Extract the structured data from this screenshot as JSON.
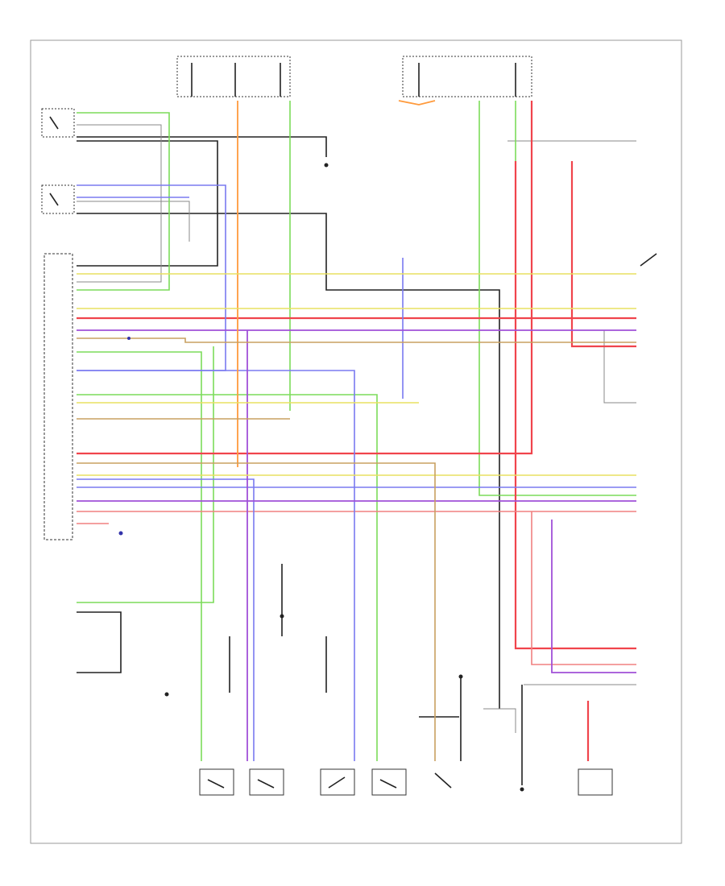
{
  "page": {
    "code": ""
  },
  "labels": {
    "driver_door_switch": "",
    "passenger_door_switch": "",
    "control_unit": "",
    "hood_switch": "",
    "trunk_switch": "",
    "horn_relay": "",
    "alarm_siren": ""
  },
  "icons": {
    "switch": "switch-symbol",
    "ground": "ground-symbol",
    "connector": "connector-symbol"
  },
  "colors": {
    "black": "#222222",
    "green": "#7cdc5a",
    "red": "#f0444c",
    "pink": "#f08080",
    "blue": "#7a7af0",
    "purple": "#a050d8",
    "orange": "#ff9a3c",
    "yellow": "#e8e060",
    "tan": "#c8a060",
    "gray": "#888888"
  }
}
